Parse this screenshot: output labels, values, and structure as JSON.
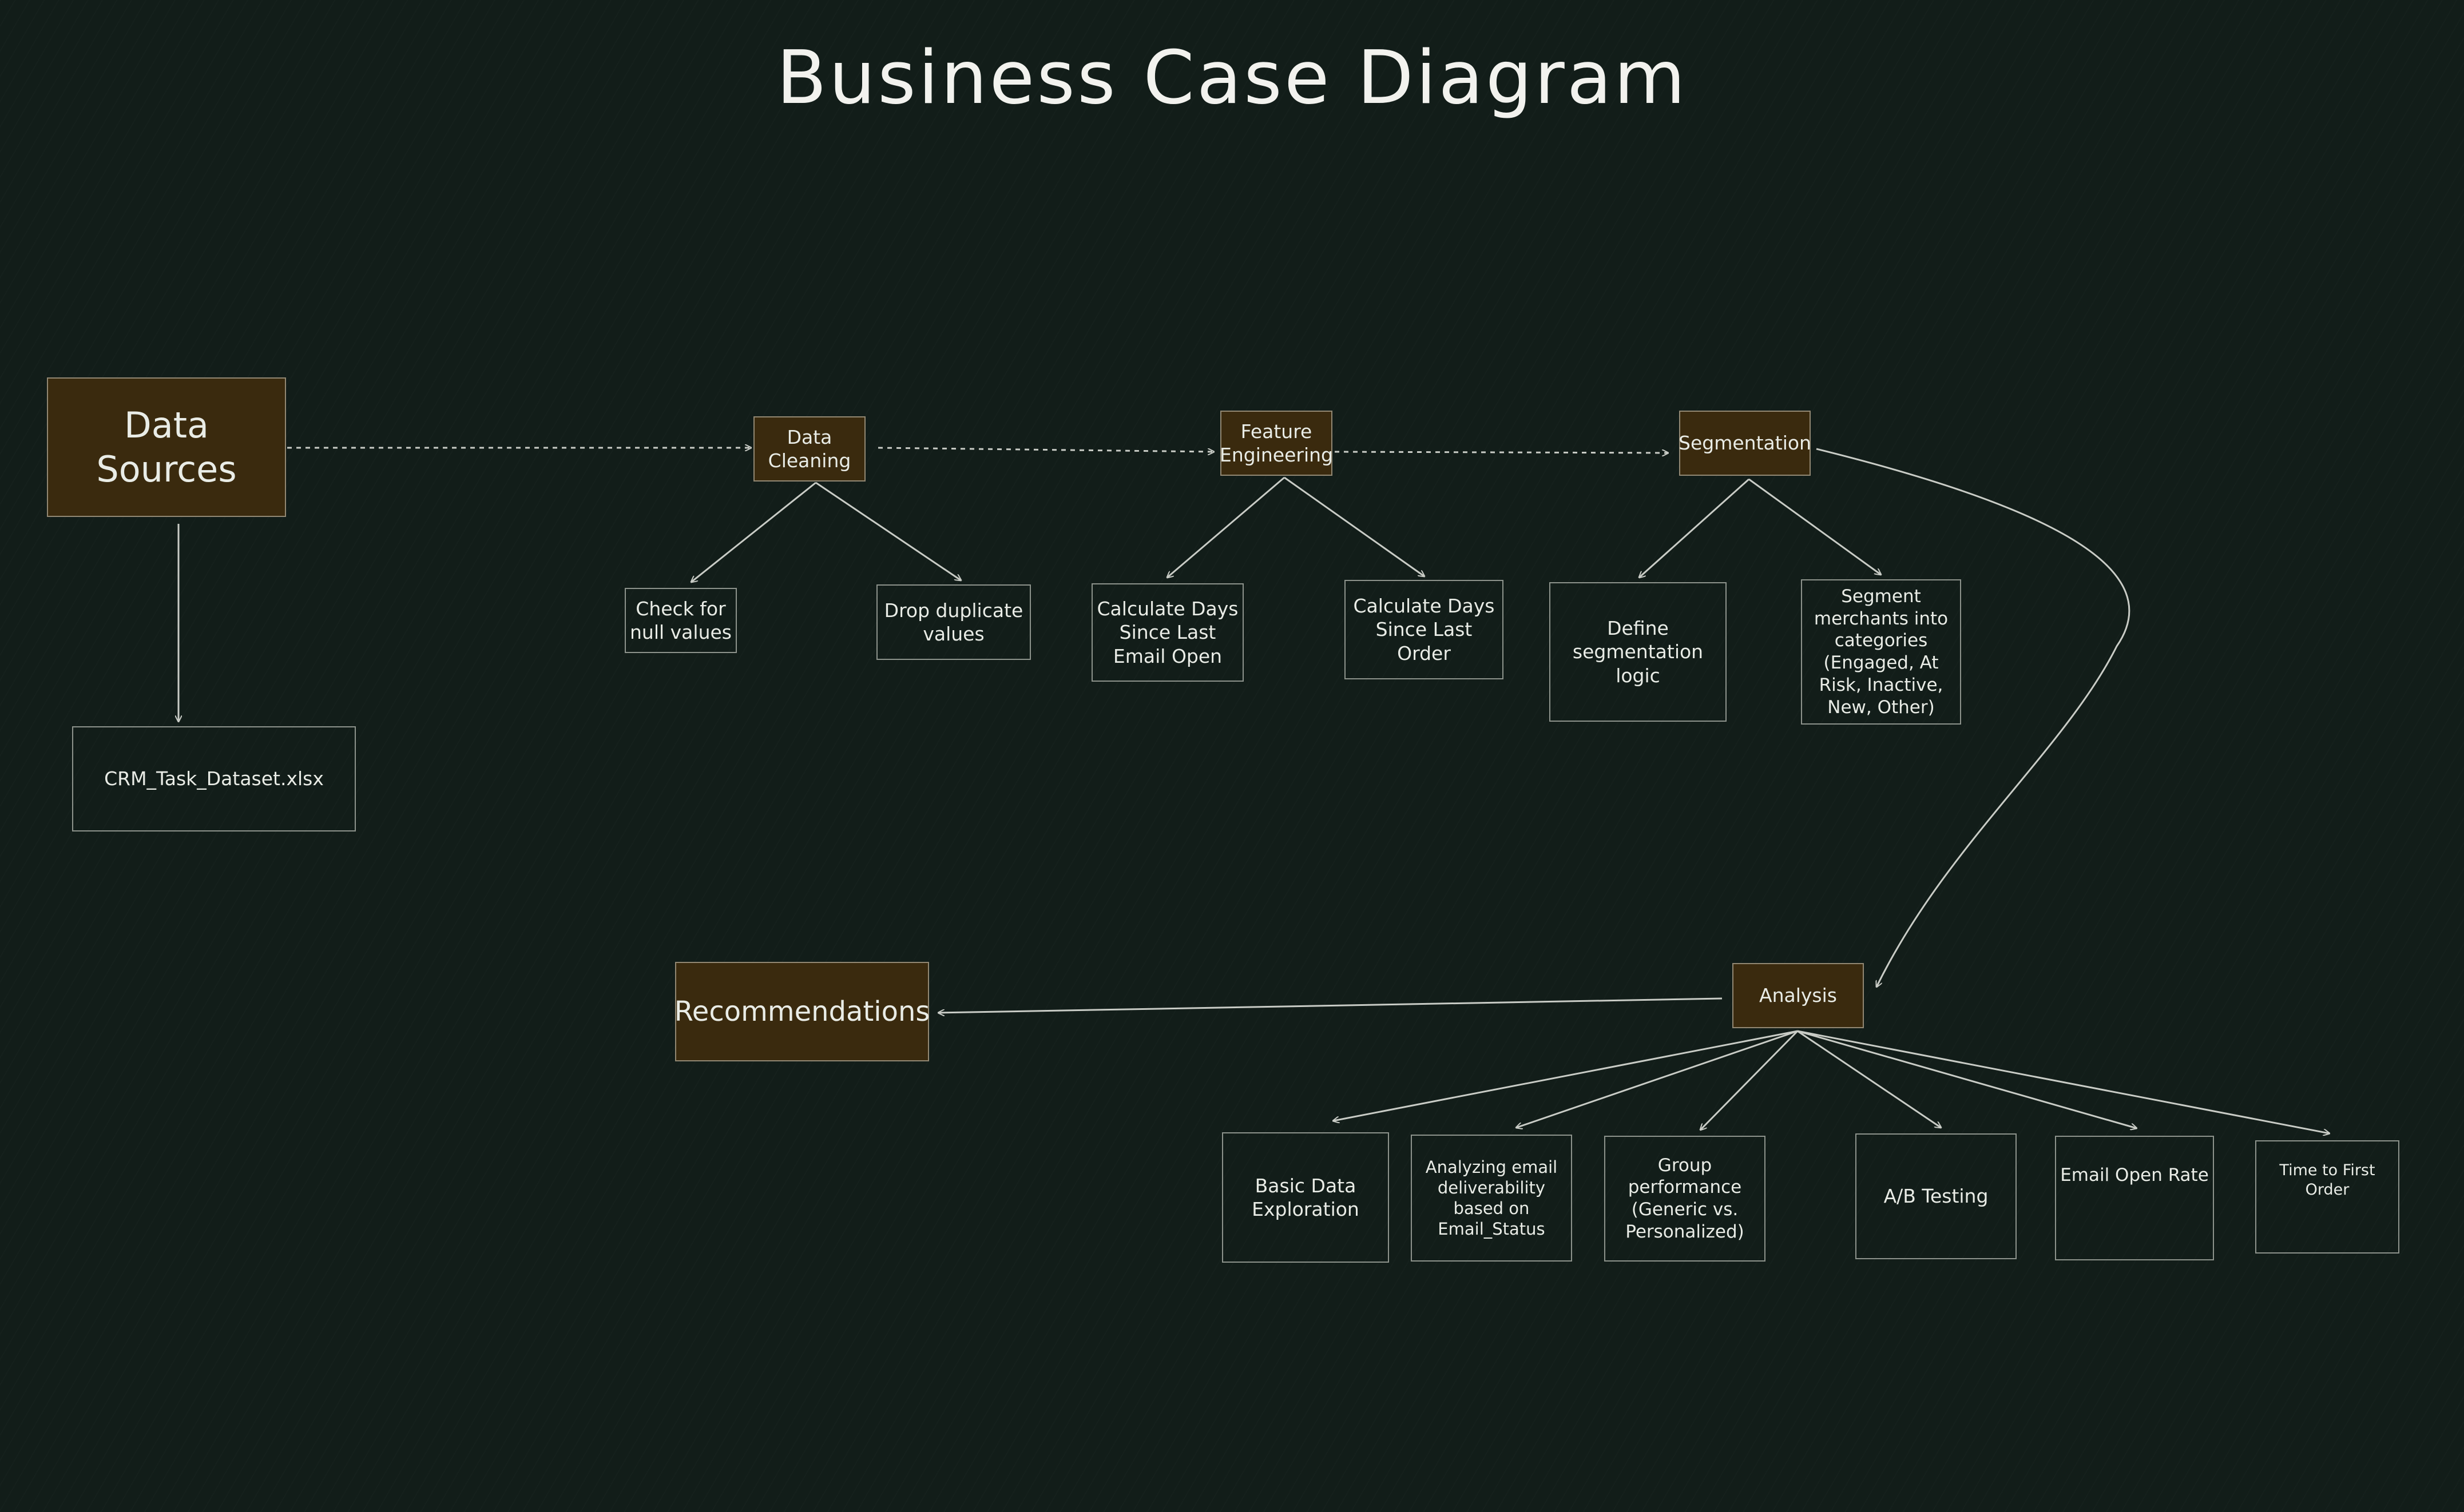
{
  "title": "Business Case Diagram",
  "colors": {
    "background": "#121d19",
    "box_fill": "#3a2a0e",
    "stroke": "#c9ccc6",
    "text": "#e9ece6"
  },
  "nodes": {
    "data_sources": "Data\nSources",
    "crm_dataset": "CRM_Task_Dataset.xlsx",
    "data_cleaning": "Data\nCleaning",
    "check_null": "Check for\nnull values",
    "drop_duplicates": "Drop duplicate\nvalues",
    "feature_engineering": "Feature\nEngineering",
    "days_since_email_open": "Calculate Days\nSince Last\nEmail Open",
    "days_since_order": "Calculate Days\nSince Last\nOrder",
    "segmentation": "Segmentation",
    "define_segmentation": "Define\nsegmentation logic",
    "segment_categories": "Segment\nmerchants into\ncategories\n(Engaged, At\nRisk, Inactive,\nNew, Other)",
    "analysis": "Analysis",
    "recommendations": "Recommendations",
    "basic_exploration": "Basic Data\nExploration",
    "email_deliverability": "Analyzing email\ndeliverability\nbased on\nEmail_Status",
    "group_performance": "Group\nperformance\n(Generic vs.\nPersonalized)",
    "ab_testing": "A/B Testing",
    "email_open_rate": "Email Open Rate",
    "time_to_first_order": "Time to First\nOrder"
  }
}
